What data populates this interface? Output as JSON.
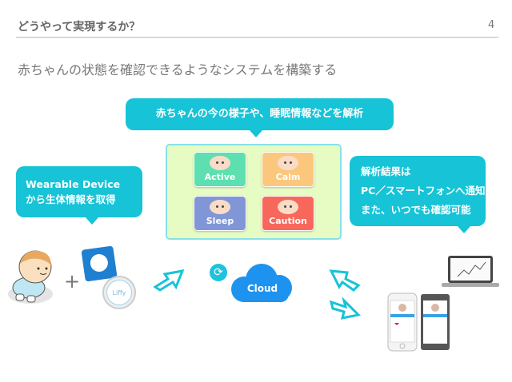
{
  "header": {
    "title": "どうやって実現するか？",
    "page_number": "4"
  },
  "subtitle": "赤ちゃんの状態を確認できるようなシステムを構築する",
  "bubble_top": "赤ちゃんの今の様子や、睡眠情報などを解析",
  "bubble_left": {
    "line1": "Wearable Device",
    "line2": "から生体情報を取得"
  },
  "bubble_right": {
    "line1": "解析結果は",
    "line2": "PC／スマートフォンへ通知",
    "line3": "また、いつでも確認可能"
  },
  "states": [
    {
      "label": "Active",
      "color": "#5ddfb0"
    },
    {
      "label": "Calm",
      "color": "#fbc77d"
    },
    {
      "label": "Sleep",
      "color": "#8196d6"
    },
    {
      "label": "Caution",
      "color": "#f8675c"
    }
  ],
  "device_label": "Liffy",
  "cloud_label": "Cloud",
  "plus": "+"
}
